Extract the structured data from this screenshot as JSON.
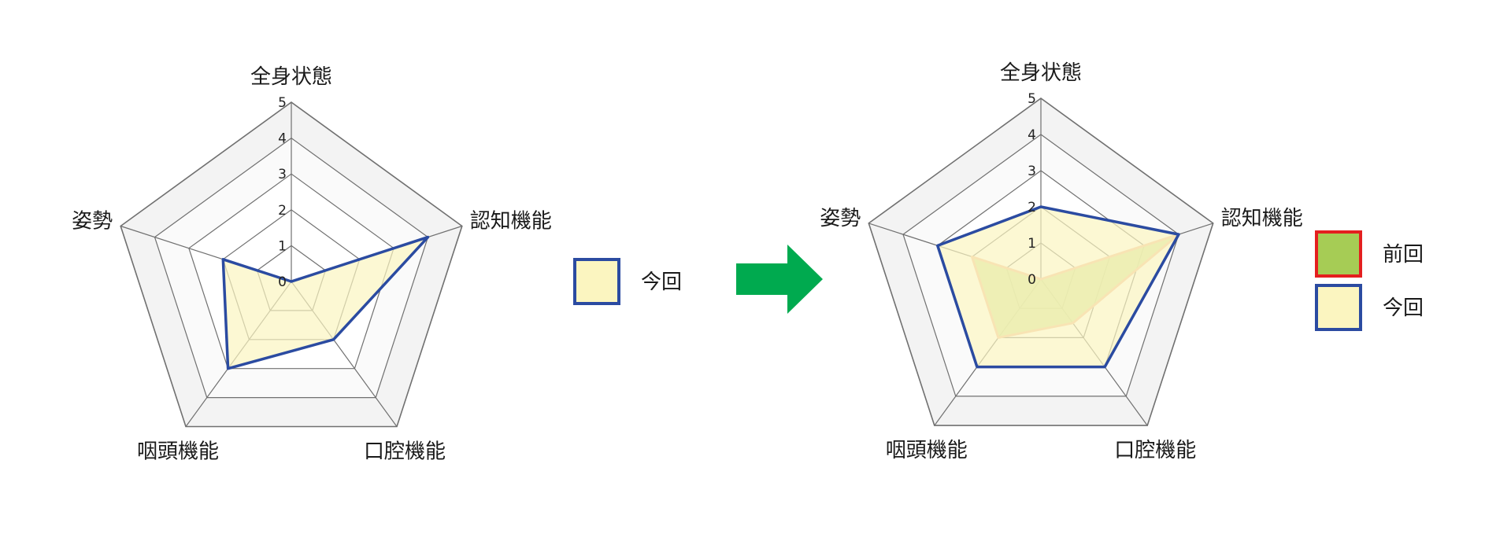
{
  "chart_data": [
    {
      "type": "radar",
      "axes": [
        "全身状態",
        "認知機能",
        "口腔機能",
        "咽頭機能",
        "姿勢"
      ],
      "ticks": [
        "0",
        "1",
        "2",
        "3",
        "4",
        "5"
      ],
      "rlim": [
        0,
        5
      ],
      "series": [
        {
          "name": "今回",
          "values": [
            0,
            4,
            2,
            3,
            2
          ],
          "fill": "#fbf5c0",
          "stroke": "#2b4ba1"
        }
      ],
      "legend": [
        {
          "label": "今回",
          "fill": "#fbf5c0",
          "stroke": "#2b4ba1"
        }
      ]
    },
    {
      "type": "radar",
      "axes": [
        "全身状態",
        "認知機能",
        "口腔機能",
        "咽頭機能",
        "姿勢"
      ],
      "ticks": [
        "0",
        "1",
        "2",
        "3",
        "4",
        "5"
      ],
      "rlim": [
        0,
        5
      ],
      "series": [
        {
          "name": "前回",
          "values": [
            0,
            4,
            1.5,
            2,
            2
          ],
          "fill": "#c9dd8a",
          "stroke": "#f2bc98"
        },
        {
          "name": "今回",
          "values": [
            2,
            4,
            3,
            3,
            3
          ],
          "fill": "#fbf5c0",
          "stroke": "#2b4ba1"
        }
      ],
      "legend": [
        {
          "label": "前回",
          "fill": "#a6cc55",
          "stroke": "#e41f1f"
        },
        {
          "label": "今回",
          "fill": "#fbf5c0",
          "stroke": "#2b4ba1"
        }
      ]
    }
  ],
  "arrow": {
    "color": "#00aa4f",
    "icon": "right-arrow-icon"
  },
  "colors": {
    "grid": "#707070",
    "ring_shade": "#eeeeee"
  }
}
